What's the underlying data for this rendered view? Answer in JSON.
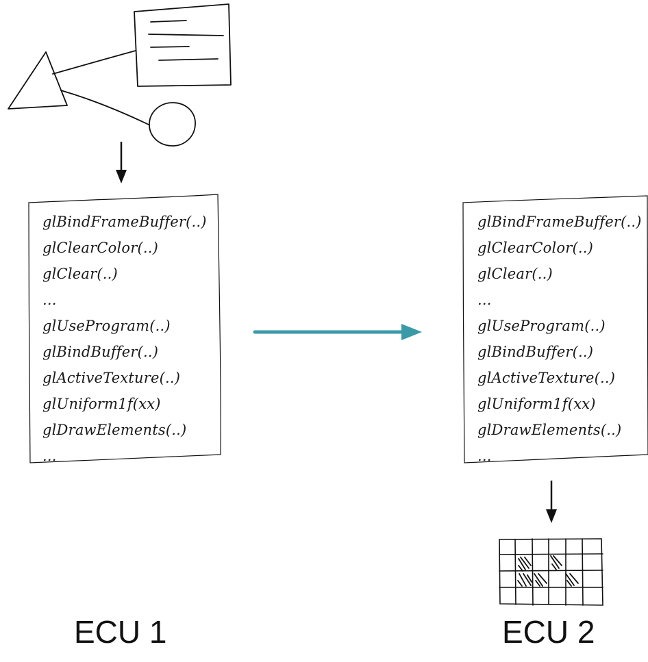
{
  "scene_graph": {
    "shapes": [
      "triangle-node",
      "document-node",
      "circle-node"
    ]
  },
  "ecu1": {
    "label": "ECU 1",
    "commands": [
      "glBindFrameBuffer(..)",
      "glClearColor(..)",
      "glClear(..)",
      "...",
      "glUseProgram(..)",
      "glBindBuffer(..)",
      "glActiveTexture(..)",
      "glUniform1f(xx)",
      "glDrawElements(..)",
      "..."
    ]
  },
  "ecu2": {
    "label": "ECU 2",
    "commands": [
      "glBindFrameBuffer(..)",
      "glClearColor(..)",
      "glClear(..)",
      "...",
      "glUseProgram(..)",
      "glBindBuffer(..)",
      "glActiveTexture(..)",
      "glUniform1f(xx)",
      "glDrawElements(..)",
      "..."
    ]
  },
  "colors": {
    "transfer_arrow": "#3a9aa8",
    "ink": "#111111",
    "background": "#ffffff"
  },
  "icons": {
    "scene_graph": "scene-graph-sketch",
    "framebuffer": "pixel-grid-sketch"
  }
}
